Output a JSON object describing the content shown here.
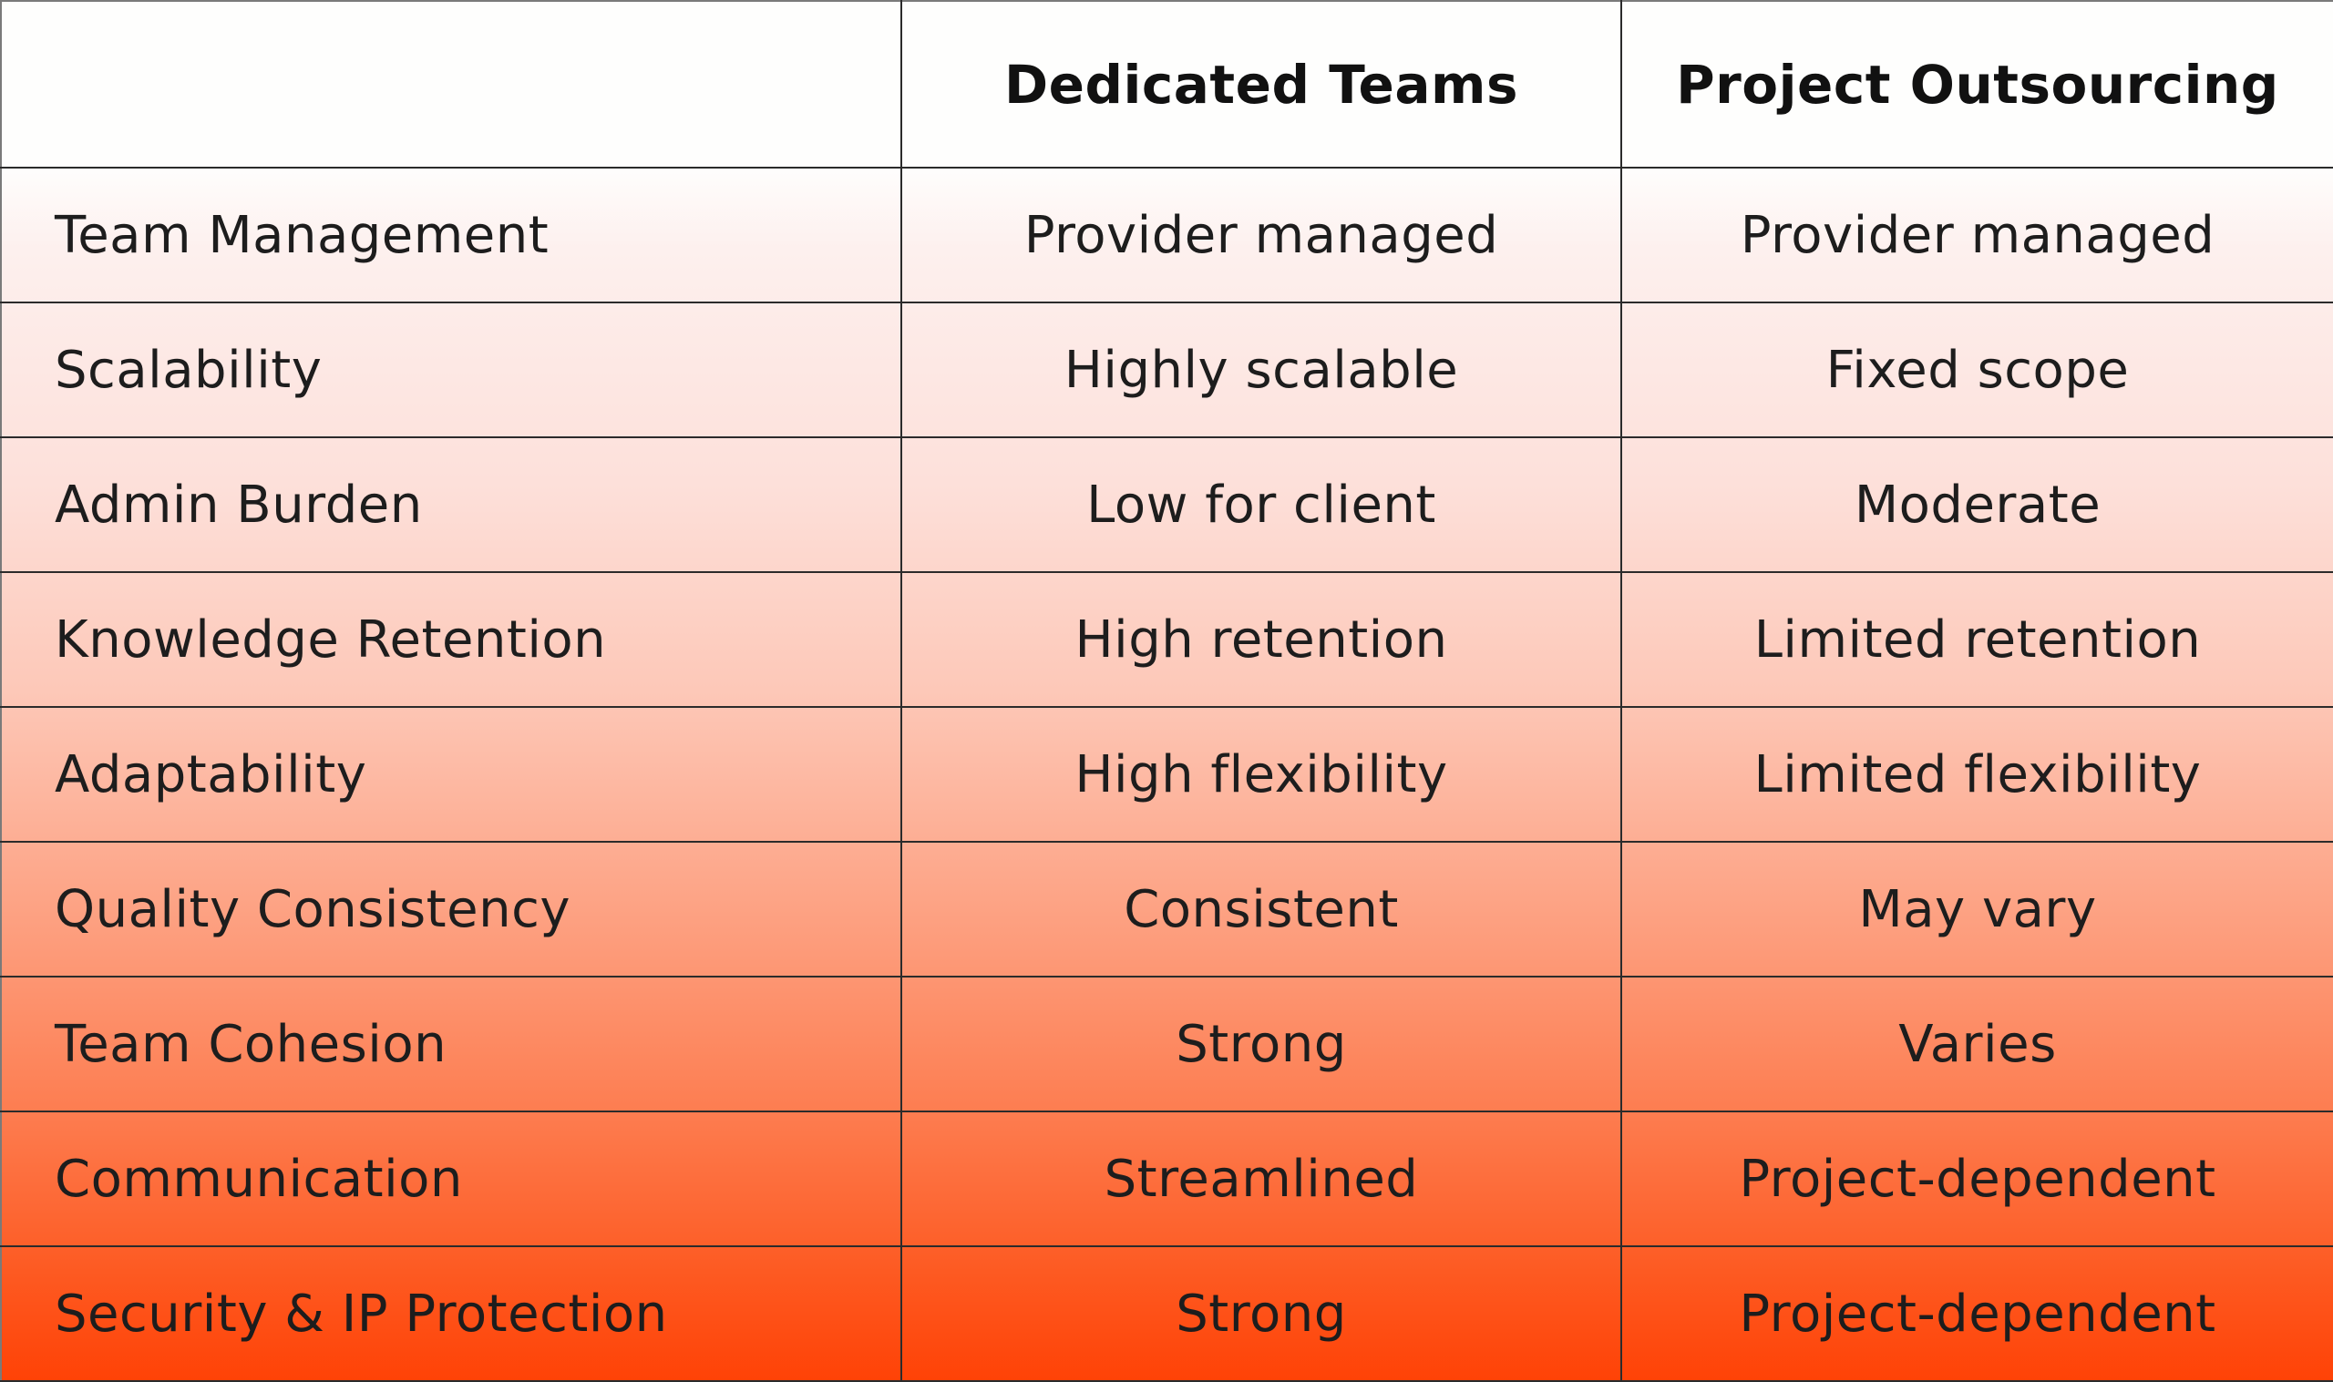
{
  "header": {
    "corner": "",
    "col1": "Dedicated Teams",
    "col2": "Project Outsourcing"
  },
  "rows": [
    {
      "label": "Team Management",
      "dedicated": "Provider managed",
      "outsourcing": "Provider managed"
    },
    {
      "label": "Scalability",
      "dedicated": "Highly scalable",
      "outsourcing": "Fixed scope"
    },
    {
      "label": "Admin Burden",
      "dedicated": "Low for client",
      "outsourcing": "Moderate"
    },
    {
      "label": "Knowledge Retention",
      "dedicated": "High retention",
      "outsourcing": "Limited retention"
    },
    {
      "label": "Adaptability",
      "dedicated": "High flexibility",
      "outsourcing": "Limited flexibility"
    },
    {
      "label": "Quality Consistency",
      "dedicated": "Consistent",
      "outsourcing": "May vary"
    },
    {
      "label": "Team Cohesion",
      "dedicated": "Strong",
      "outsourcing": "Varies"
    },
    {
      "label": "Communication",
      "dedicated": "Streamlined",
      "outsourcing": "Project-dependent"
    },
    {
      "label": "Security & IP Protection",
      "dedicated": "Strong",
      "outsourcing": "Project-dependent"
    }
  ],
  "colors": {
    "top": "#fefefd",
    "bottom": "#ff4206",
    "border": "#2b2b2b",
    "text": "#1d1d1d"
  }
}
